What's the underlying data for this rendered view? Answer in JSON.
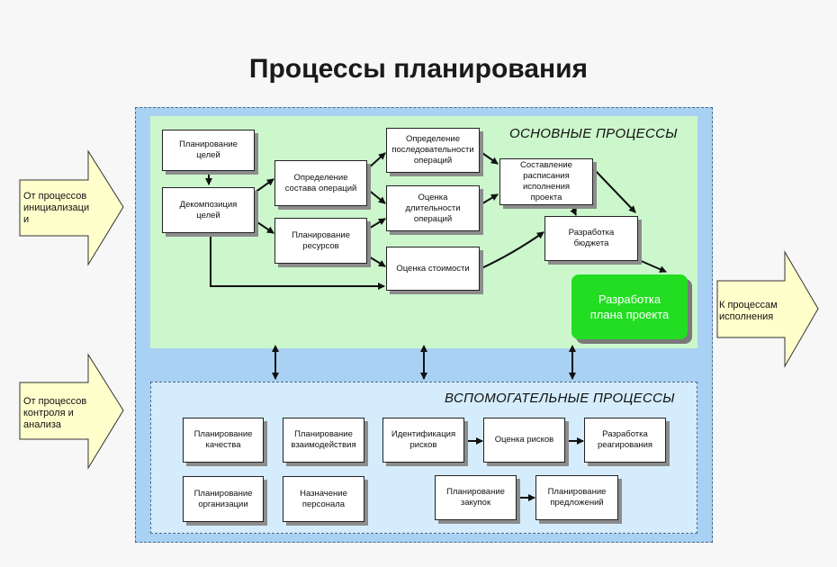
{
  "title": "Процессы планирования",
  "main": {
    "section_title": "ОСНОВНЫЕ ПРОЦЕССЫ",
    "boxes": {
      "goal_planning": "Планирование\nцелей",
      "goal_decomposition": "Декомпозиция\nцелей",
      "operations_composition": "Определение\nсостава операций",
      "resource_planning": "Планирование\nресурсов",
      "operations_sequence": "Определение\nпоследовательности\nопераций",
      "duration_estimation": "Оценка\nдлительности\nопераций",
      "cost_estimation": "Оценка стоимости",
      "schedule": "Составление\nрасписания\nисполнения\nпроекта",
      "budget": "Разработка\nбюджета",
      "project_plan": "Разработка\nплана проекта"
    }
  },
  "aux": {
    "section_title": "ВСПОМОГАТЕЛЬНЫЕ ПРОЦЕССЫ",
    "boxes": {
      "quality_planning": "Планирование\nкачества",
      "interaction_planning": "Планирование\nвзаимодействия",
      "risk_identification": "Идентификация\nрисков",
      "risk_assessment": "Оценка рисков",
      "response_development": "Разработка\nреагирования",
      "organization_planning": "Планирование\nорганизации",
      "staff_assignment": "Назначение\nперсонала",
      "procurement_planning": "Планирование\nзакупок",
      "proposal_planning": "Планирование\nпредложений"
    }
  },
  "arrows": {
    "from_initiation": "От процессов\nинициализаци\nи",
    "from_control": "От процессов\nконтроля и\nанализа",
    "to_execution": "К процессам\nисполнения"
  },
  "colors": {
    "outer_area": "#a9d1f3",
    "main_area": "#ccf7cc",
    "aux_area": "#d4ecfb",
    "final_box": "#22dd22",
    "arrow_fill": "#ffffcc"
  }
}
